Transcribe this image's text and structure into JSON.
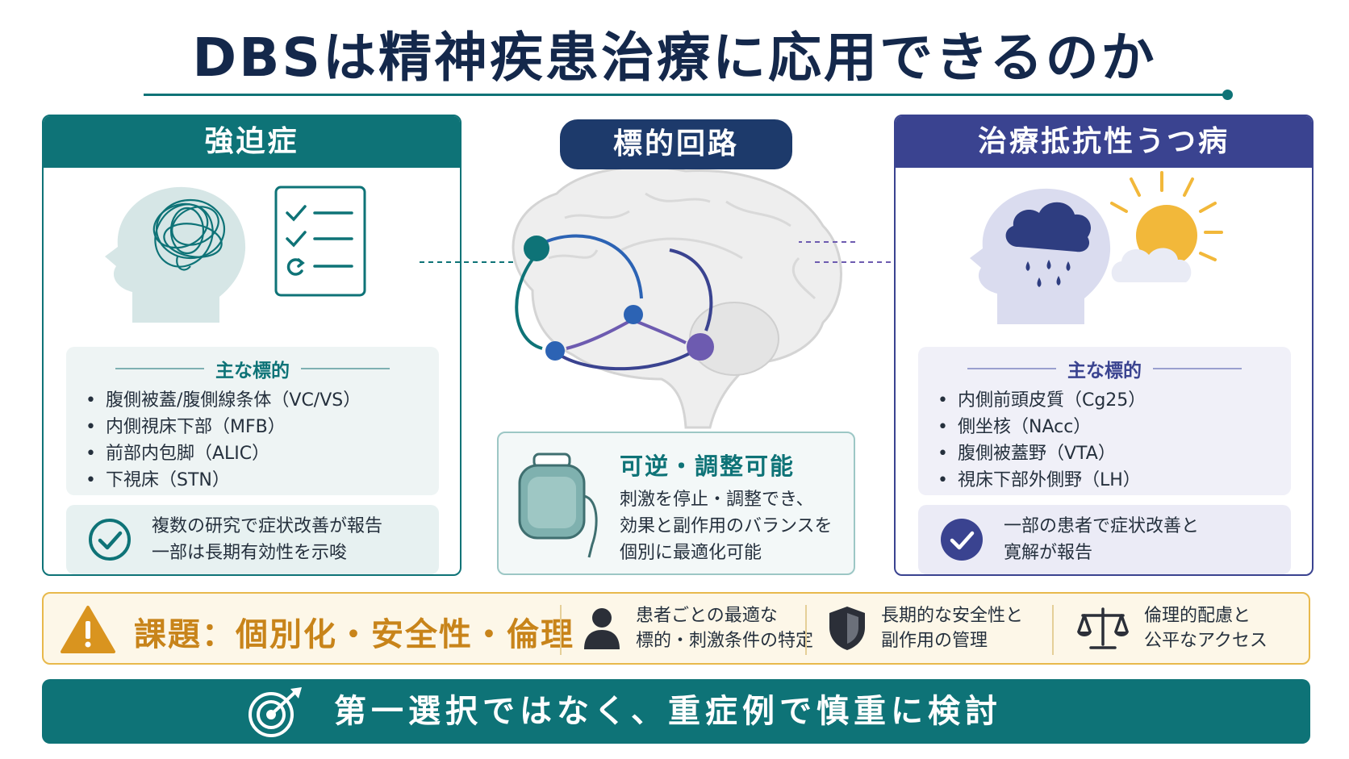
{
  "title": "DBSは精神疾患治療に応用できるのか",
  "left_panel": {
    "heading": "強迫症",
    "targets_title": "主な標的",
    "targets": [
      "腹側被蓋/腹側線条体（VC/VS）",
      "内側視床下部（MFB）",
      "前部内包脚（ALIC）",
      "下視床（STN）"
    ],
    "result_lines": [
      "複数の研究で症状改善が報告",
      "一部は長期有効性を示唆"
    ]
  },
  "center": {
    "label": "標的回路",
    "device_title": "可逆・調整可能",
    "device_lines": [
      "刺激を停止・調整でき、",
      "効果と副作用のバランスを",
      "個別に最適化可能"
    ]
  },
  "right_panel": {
    "heading": "治療抵抗性うつ病",
    "targets_title": "主な標的",
    "targets": [
      "内側前頭皮質（Cg25）",
      "側坐核（NAcc）",
      "腹側被蓋野（VTA）",
      "視床下部外側野（LH）"
    ],
    "result_lines": [
      "一部の患者で症状改善と",
      "寛解が報告"
    ]
  },
  "challenge": {
    "title": "課題：個別化・安全性・倫理",
    "items": [
      {
        "icon": "person-icon",
        "lines": [
          "患者ごとの最適な",
          "標的・刺激条件の特定"
        ]
      },
      {
        "icon": "shield-icon",
        "lines": [
          "長期的な安全性と",
          "副作用の管理"
        ]
      },
      {
        "icon": "scale-icon",
        "lines": [
          "倫理的配慮と",
          "公平なアクセス"
        ]
      }
    ]
  },
  "conclusion": "第一選択ではなく、重症例で慎重に検討",
  "colors": {
    "teal": "#0e7377",
    "indigo": "#3a4390",
    "navy": "#1d3a6b",
    "amber": "#e8b94c"
  }
}
